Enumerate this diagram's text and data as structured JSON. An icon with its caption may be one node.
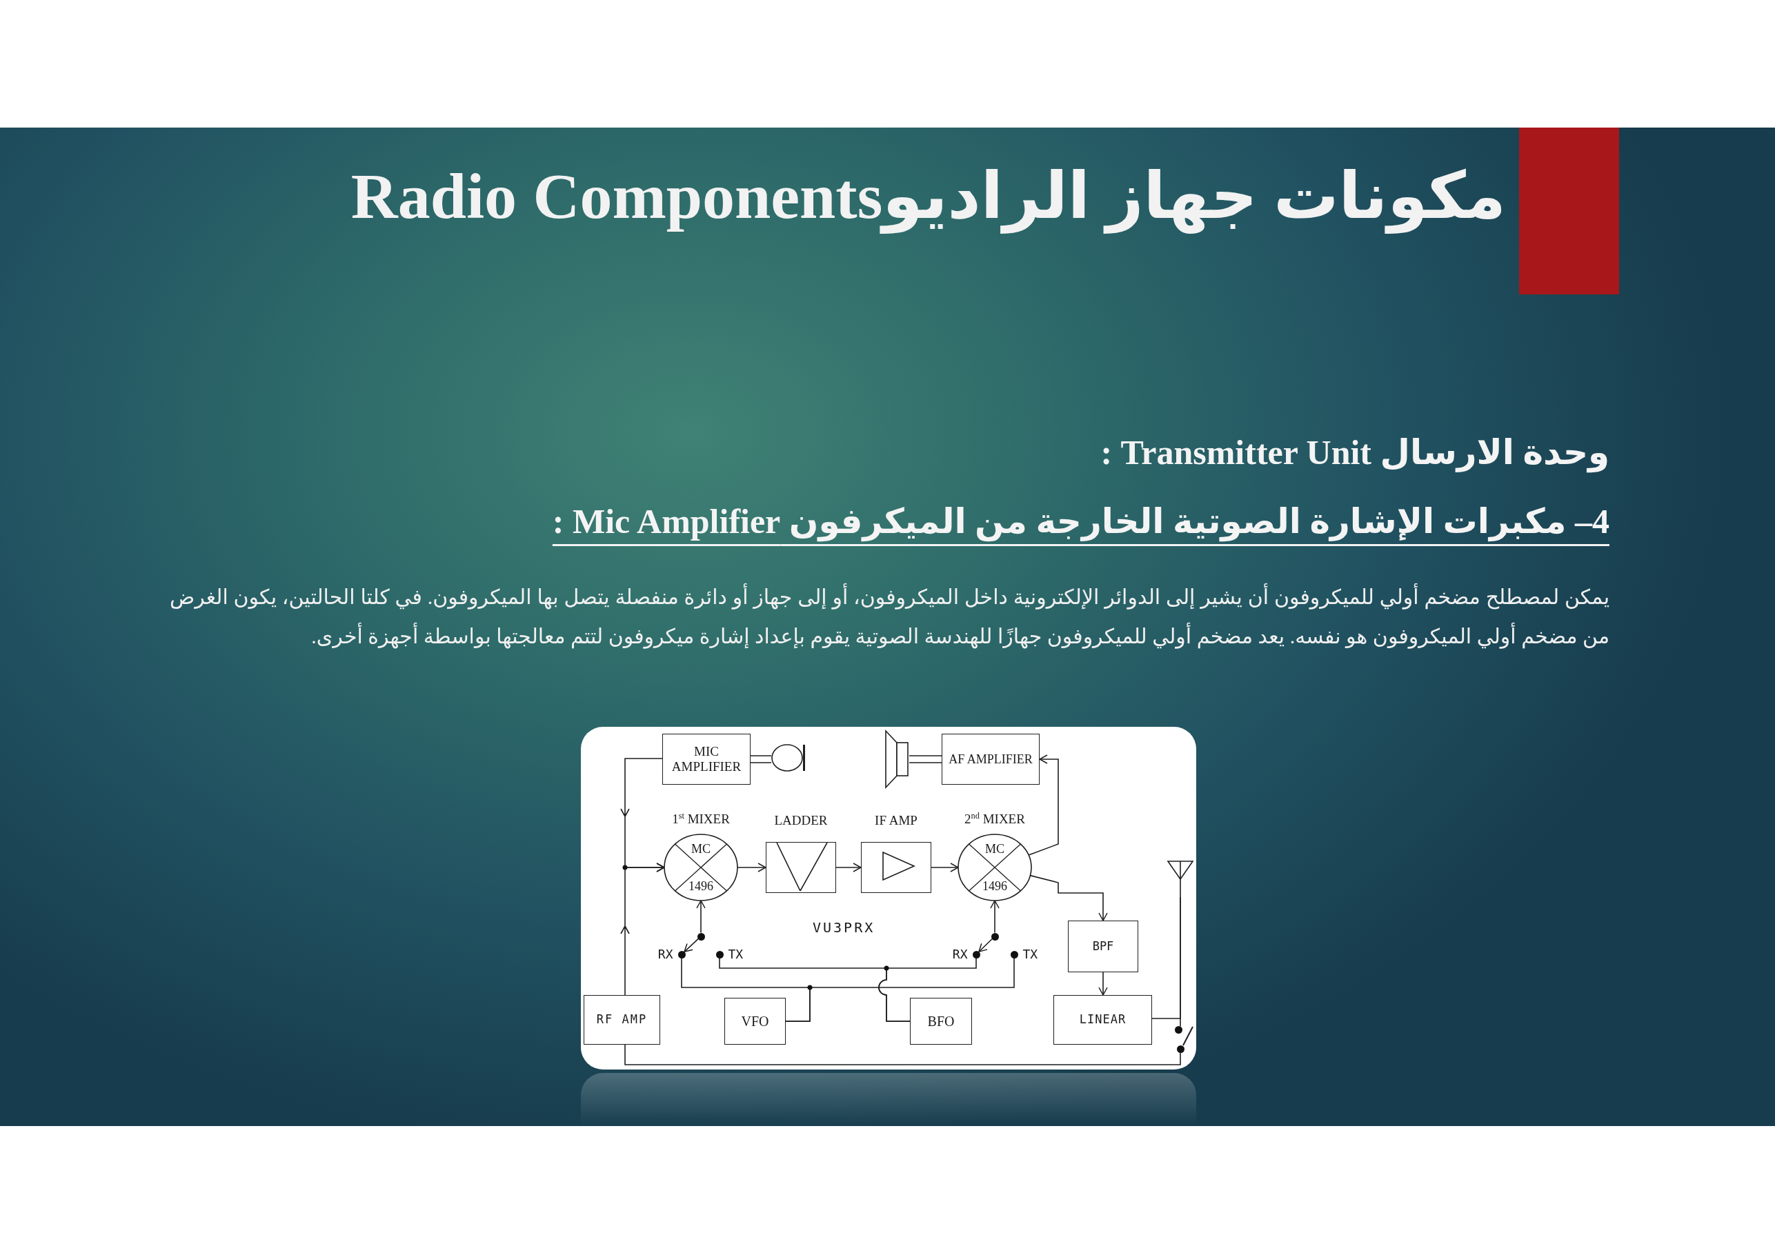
{
  "diagram": {
    "title": "مكونات جهاز الراديوRadio Components",
    "nodes": [
      {
        "text": [
          "MIC AMPLIFIER"
        ]
      },
      {
        "text": [],
        "shape": "circle"
      },
      {
        "text": [],
        "shape": "box"
      },
      {
        "text": [
          "AF AMPLIFIER"
        ]
      },
      {
        "text": [
          "1$^{st}$ MIXER",
          "MC",
          "1496"
        ]
      },
      {
        "text": [
          "LADDER"
        ]
      },
      {
        "text": [
          "IF AMP"
        ]
      },
      {
        "text": [
          "2$^{nd}$ MIXER",
          "MC",
          "1496"
        ]
      },
      {
        "text": [],
        "shape": "picture"
      },
      {
        "text": [],
        "shape": "circle"
      },
      {
        "text": [],
        "shape": "circle"
      },
      {
        "text": [],
        "shape": "circle",
        "beside": [
          "RX"
        ]
      },
      {
        "text": [],
        "shape": "circle",
        "beside": [
          "TX"
        ]
      },
      {
        "text": [],
        "shape": "circle",
        "beside": [
          "RX"
        ]
      },
      {
        "text": [],
        "shape": "circle",
        "beside": [
          "TX"
        ]
      },
      {
        "text": [
          "BPF"
        ]
      },
      {
        "text": [
          "RF AMP"
        ]
      },
      {
        "text": [
          "VFO"
        ]
      },
      {
        "text": [
          "BFO"
        ]
      },
      {
        "text": [
          "LINEAR"
        ]
      },
      {
        "text": [],
        "shape": "circle"
      },
      {
        "text": [],
        "shape": "circle"
      }
    ],
    "edges": [
      {
        "from": 1,
        "to": 0,
        "arrow": "none"
      },
      {
        "from": 0,
        "to": 4,
        "arrow": "to"
      },
      {
        "from": 16,
        "to": 4,
        "arrow": "to"
      },
      {
        "from": 4,
        "to": 5,
        "arrow": "to"
      },
      {
        "from": 5,
        "to": 6,
        "arrow": "to"
      },
      {
        "from": 6,
        "to": 7,
        "arrow": "to"
      },
      {
        "from": 7,
        "to": 3,
        "arrow": "to"
      },
      {
        "from": 3,
        "to": 2,
        "arrow": "none"
      },
      {
        "from": 7,
        "to": 15,
        "arrow": "to"
      },
      {
        "from": 15,
        "to": 19,
        "arrow": "to"
      },
      {
        "from": 19,
        "to": 8,
        "arrow": "none"
      },
      {
        "from": 8,
        "to": 20,
        "arrow": "none"
      },
      {
        "from": 21,
        "to": 16,
        "arrow": "none"
      },
      {
        "from": 9,
        "to": 4,
        "arrow": "to"
      },
      {
        "from": 9,
        "to": 11,
        "arrow": "to"
      },
      {
        "from": 10,
        "to": 7,
        "arrow": "to"
      },
      {
        "from": 10,
        "to": 13,
        "arrow": "to"
      },
      {
        "from": 17,
        "to": 11,
        "arrow": "none"
      },
      {
        "from": 17,
        "to": 14,
        "arrow": "none"
      },
      {
        "from": 18,
        "to": 12,
        "arrow": "none"
      },
      {
        "from": 18,
        "to": 13,
        "arrow": "none"
      }
    ],
    "labels": [
      "وحدة الارسال Transmitter Unit :",
      "4– مكبرات الإشارة الصوتية الخارجة من الميكرفون Mic Amplifier :",
      "يمكن لمصطلح مضخم أولي للميكروفون أن يشير إلى الدوائر الإلكترونية داخل الميكروفون، أو إلى جهاز أو دائرة منفصلة يتصل بها الميكروفون. في كلتا الحالتين، يكون الغرض من مضخم أولي الميكروفون هو نفسه. يعد مضخم أولي للميكروفون جهازًا للهندسة الصوتية يقوم بإعداد إشارة ميكروفون لتتم معالجتها بواسطة أجهزة أخرى.",
      "VU3PRX"
    ]
  }
}
